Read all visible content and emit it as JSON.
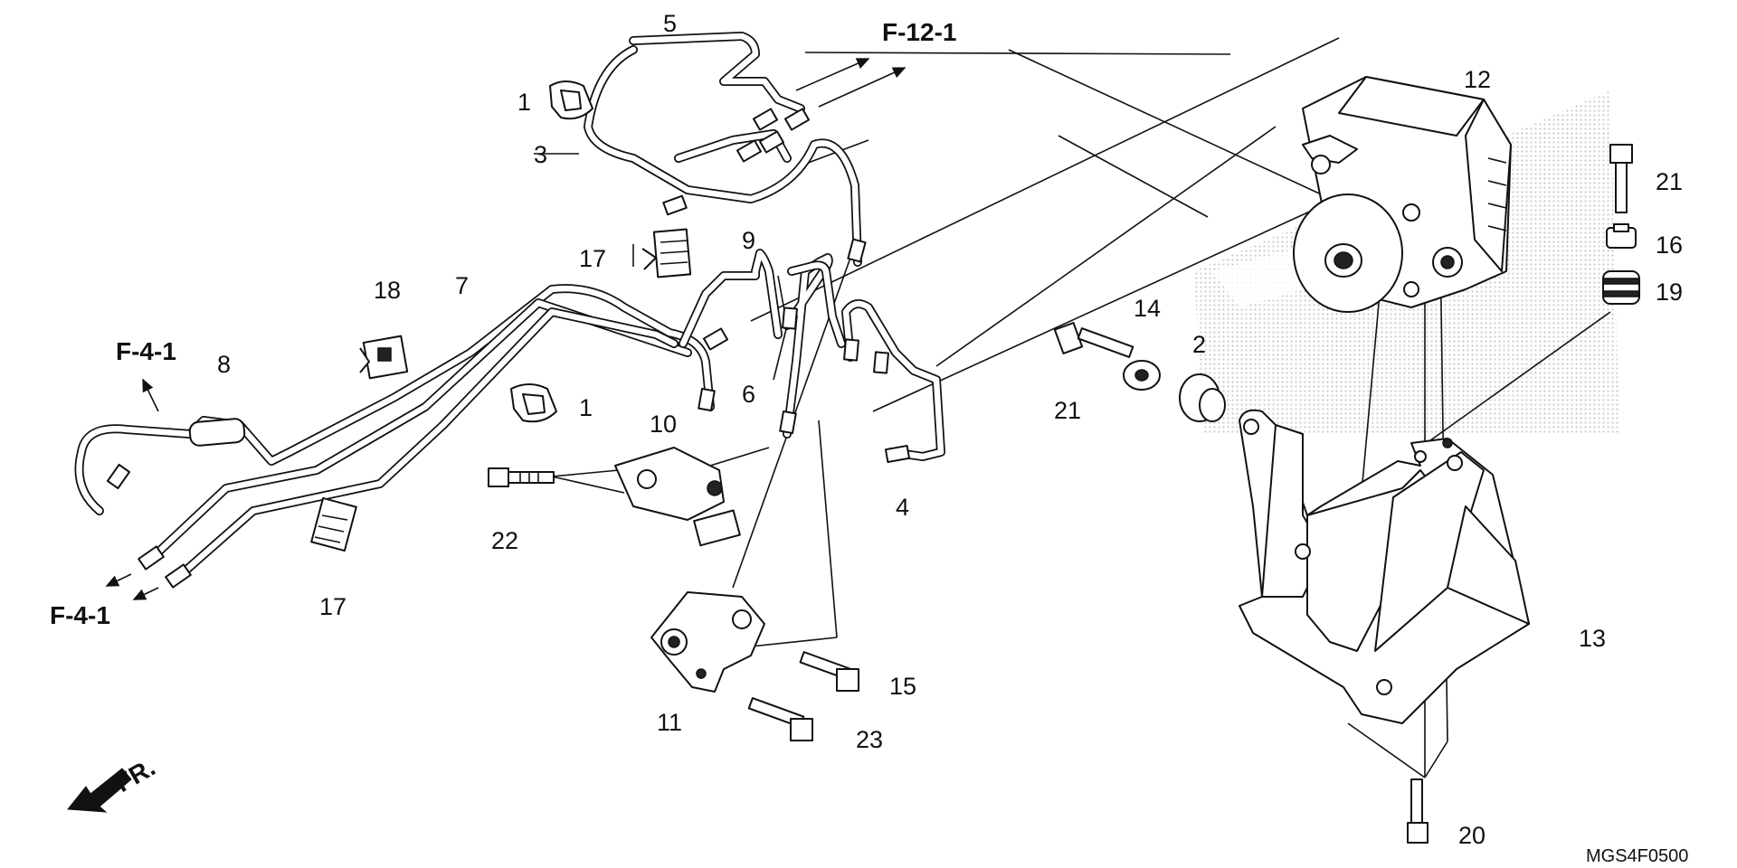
{
  "diagram_code": "MGS4F0500",
  "front_label": "FR.",
  "refs": [
    "F-12-1",
    "F-4-1",
    "F-4-1"
  ],
  "callouts": [
    "1",
    "1",
    "2",
    "3",
    "4",
    "5",
    "6",
    "7",
    "8",
    "9",
    "10",
    "11",
    "12",
    "13",
    "14",
    "15",
    "16",
    "17",
    "17",
    "18",
    "19",
    "20",
    "21",
    "21",
    "22",
    "23"
  ],
  "colors": {
    "ink": "#111111",
    "paper": "#ffffff",
    "watermark": "#d5d5d5"
  }
}
